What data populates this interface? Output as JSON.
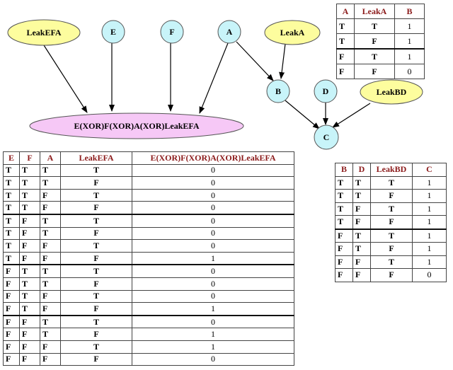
{
  "graph": {
    "nodes": {
      "leak_efa": "LeakEFA",
      "e": "E",
      "f": "F",
      "a": "A",
      "leak_a": "LeakA",
      "b": "B",
      "d": "D",
      "leak_bd": "LeakBD",
      "c": "C",
      "xor": "E(XOR)F(XOR)A(XOR)LeakEFA"
    },
    "colors": {
      "leak_fill": "#fdfd9e",
      "var_fill": "#c8f4f9",
      "xor_fill": "#f6c8f6",
      "header_text": "#8b1a1a"
    }
  },
  "table_efa": {
    "headers": [
      "E",
      "F",
      "A",
      "LeakEFA",
      "E(XOR)F(XOR)A(XOR)LeakEFA"
    ],
    "rows": [
      [
        "T",
        "T",
        "T",
        "T",
        "0"
      ],
      [
        "T",
        "T",
        "T",
        "F",
        "0"
      ],
      [
        "T",
        "T",
        "F",
        "T",
        "0"
      ],
      [
        "T",
        "T",
        "F",
        "F",
        "0"
      ],
      [
        "T",
        "F",
        "T",
        "T",
        "0"
      ],
      [
        "T",
        "F",
        "T",
        "F",
        "0"
      ],
      [
        "T",
        "F",
        "F",
        "T",
        "0"
      ],
      [
        "T",
        "F",
        "F",
        "F",
        "1"
      ],
      [
        "F",
        "T",
        "T",
        "T",
        "0"
      ],
      [
        "F",
        "T",
        "T",
        "F",
        "0"
      ],
      [
        "F",
        "T",
        "F",
        "T",
        "0"
      ],
      [
        "F",
        "T",
        "F",
        "F",
        "1"
      ],
      [
        "F",
        "F",
        "T",
        "T",
        "0"
      ],
      [
        "F",
        "F",
        "T",
        "F",
        "1"
      ],
      [
        "F",
        "F",
        "F",
        "T",
        "1"
      ],
      [
        "F",
        "F",
        "F",
        "F",
        "0"
      ]
    ]
  },
  "table_b": {
    "headers": [
      "A",
      "LeakA",
      "B"
    ],
    "rows": [
      [
        "T",
        "T",
        "1"
      ],
      [
        "T",
        "F",
        "1"
      ],
      [
        "F",
        "T",
        "1"
      ],
      [
        "F",
        "F",
        "0"
      ]
    ]
  },
  "table_c": {
    "headers": [
      "B",
      "D",
      "LeakBD",
      "C"
    ],
    "rows": [
      [
        "T",
        "T",
        "T",
        "1"
      ],
      [
        "T",
        "T",
        "F",
        "1"
      ],
      [
        "T",
        "F",
        "T",
        "1"
      ],
      [
        "T",
        "F",
        "F",
        "1"
      ],
      [
        "F",
        "T",
        "T",
        "1"
      ],
      [
        "F",
        "T",
        "F",
        "1"
      ],
      [
        "F",
        "F",
        "T",
        "1"
      ],
      [
        "F",
        "F",
        "F",
        "0"
      ]
    ]
  }
}
